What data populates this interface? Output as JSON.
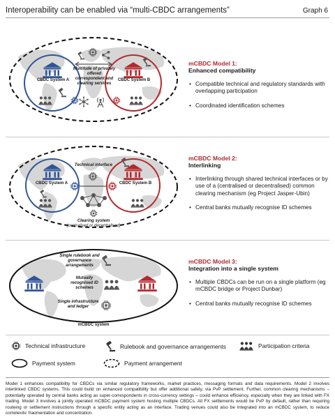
{
  "header": {
    "title": "Interoperability can be enabled via “multi-CBDC arrangements”",
    "graph_label": "Graph 6"
  },
  "model1": {
    "title": "mCBDC Model 1:",
    "subtitle": "Enhanced compatibility",
    "bullets": [
      "Compatible technical and regulatory standards with overlapping participation",
      "Coordinated identification schemes"
    ],
    "labels": {
      "system_a": "CBDC System A",
      "system_b": "CBDC System B",
      "middle": "Multitude of privately offered correspondent and clearing services"
    }
  },
  "model2": {
    "title": "mCBDC Model 2:",
    "subtitle": "Interlinking",
    "bullets": [
      "Interlinking through shared technical interfaces or by use of a (centralised or decentralised) common clearing mechanism (eg Project Jasper-Ubin)",
      "Central banks mutually recognise ID schemes"
    ],
    "labels": {
      "system_a": "CBDC System A",
      "system_b": "CBDC System B",
      "interface": "Technical interface",
      "clearing": "Clearing system",
      "clearing_note": "(centralised or decentralised)"
    }
  },
  "model3": {
    "title": "mCBDC Model 3:",
    "subtitle": "Integration into a single system",
    "bullets": [
      "Multiple CBDCs can be run on a single platform (eg mCBDC bridge or Project Dunbar)",
      "Central banks mutually recognise ID schemes"
    ],
    "labels": {
      "rulebook": "Single rulebook and governance arrangements",
      "id": "Mutually recognised ID schemes",
      "infra": "Single infrastructure and ledger",
      "system": "mCBDC system"
    }
  },
  "legend": {
    "technical_infrastructure": "Technical infrastructure",
    "rulebook": "Rulebook and governance arrangements",
    "participation": "Participation criteria",
    "payment_system": "Payment system",
    "payment_arrangement": "Payment arrangement"
  },
  "notes": "Model 1 enhances compatibility for CBDCs via similar regulatory frameworks, market practices, messaging formats and data requirements. Model 2 involves interlinked CBDC systems. This could build on enhanced compatibility but offer additional safety, via PvP settlement. Further, common clearing mechanisms – potentially operated by central banks acting as super-correspondents in cross-currency settings – could enhance efficiency, especially when they are linked with FX trading. Model 3 involves a jointly operated mCBDC payment system hosting multiple CBDCs. All FX settlements would be PvP by default, rather than requiring routeing or settlement instructions through a specific entity acting as an interface. Trading venues could also be integrated into an mCBDC system, to reduce complexity, fragmentation and concentration.",
  "colors": {
    "accent_red": "#b5282e",
    "blue": "#2f5597",
    "map_gray": "#d4d4d4"
  }
}
